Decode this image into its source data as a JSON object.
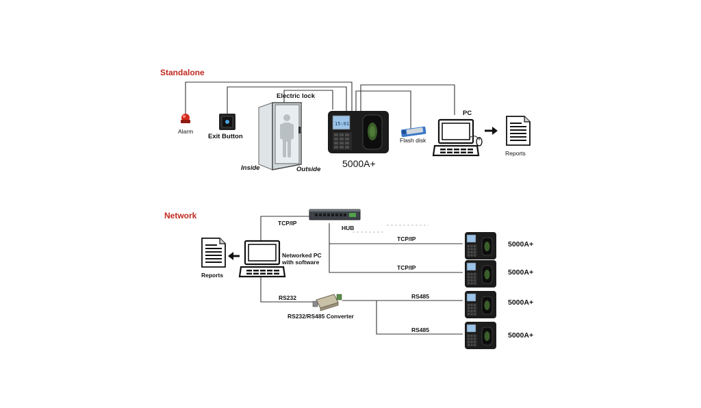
{
  "colors": {
    "section_title": "#c0281e",
    "wire": "#333333",
    "device_body": "#1c1c1c",
    "screen": "#9cc3e8",
    "fingerprint": "#3a5e2a",
    "alarm": "#d62a1e",
    "flash_disk": "#3a78c8"
  },
  "standalone": {
    "title": "Standalone",
    "alarm_label": "Alarm",
    "exit_button_label": "Exit Button",
    "electric_lock_label": "Electric lock",
    "inside_label": "Inside",
    "outside_label": "Outside",
    "device_label": "5000A+",
    "flash_disk_label": "Flash disk",
    "pc_label": "PC",
    "reports_label": "Reports"
  },
  "network": {
    "title": "Network",
    "hub_label": "HUB",
    "tcpip_label": "TCP/IP",
    "pc_label_line1": "Networked PC",
    "pc_label_line2": "with software",
    "reports_label": "Reports",
    "rs232_label": "RS232",
    "converter_label": "RS232/RS485 Converter",
    "rs485_label": "RS485",
    "devices": [
      {
        "label": "5000A+",
        "link": "TCP/IP"
      },
      {
        "label": "5000A+",
        "link": "TCP/IP"
      },
      {
        "label": "5000A+",
        "link": "RS485"
      },
      {
        "label": "5000A+",
        "link": "RS485"
      }
    ]
  }
}
